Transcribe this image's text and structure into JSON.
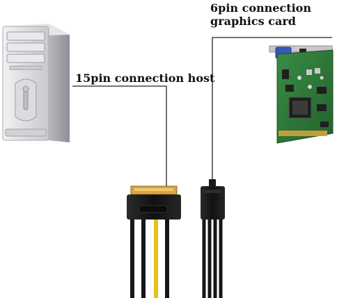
{
  "labels": {
    "host_connection": "15pin connection host",
    "gpu_line1": "6pin connection",
    "gpu_line2": "graphics card"
  },
  "colors": {
    "pc_case": "#d9d9dc",
    "pc_shadow": "#9a9aa0",
    "pcb_green": "#2f7a3a",
    "connector_black": "#1c1c1c",
    "sata_gold": "#d9a441",
    "wire_yellow": "#e8c21a",
    "leader_line": "#222222"
  }
}
